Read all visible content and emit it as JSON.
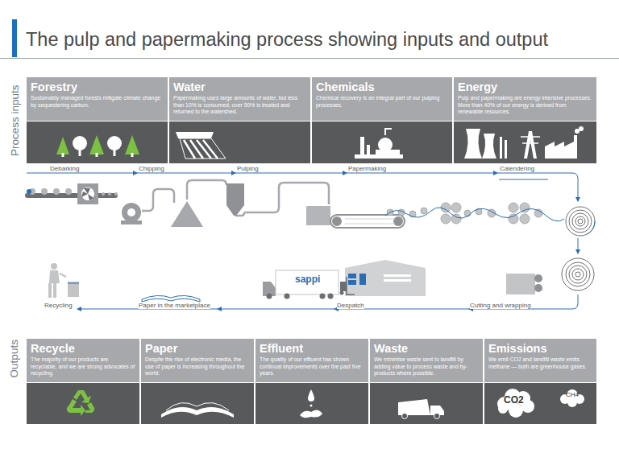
{
  "diagram": {
    "title": "The pulp and papermaking process showing inputs and output",
    "nodes": [
      {
        "text": [
          "Forestry",
          "Sustainably managed forests mitigate climate change by sequestering carbon."
        ]
      },
      {
        "text": [
          "Water",
          "Papermaking uses large amounts of water, but less than 10% is consumed; over 90% is treated and returned to the watershed."
        ]
      },
      {
        "text": [
          "Chemicals",
          "Chemical recovery is an integral part of our pulping processes."
        ]
      },
      {
        "text": [
          "Energy",
          "Pulp and papermaking are energy intensive processes. More than 40% of our energy is derived from renewable resources."
        ]
      },
      {
        "text": [
          "Recycle",
          "The majority of our products are recyclable, and we are strong advocates of recycling."
        ]
      },
      {
        "text": [
          "Paper",
          "Despite the rise of electronic media, the use of paper is increasing throughout the world."
        ]
      },
      {
        "text": [
          "Effluent",
          "The quality of our effluent has shown continual improvements over the past five years."
        ]
      },
      {
        "text": [
          "Waste",
          "We minimise waste sent to landfill by adding value to process waste and by-products where possible."
        ]
      },
      {
        "text": [
          "Emissions",
          "We emit CO2 and landfill waste emits methane — both are greenhouse gases."
        ]
      }
    ],
    "labels": [
      "Process inputs",
      "Outputs",
      "Debarking",
      "Chipping",
      "Pulping",
      "Papermaking",
      "Calendering",
      "Cutting and wrapping",
      "Despatch",
      "Paper in the marketplace",
      "Recycling",
      "sappi",
      "CO2",
      "CH4"
    ]
  }
}
